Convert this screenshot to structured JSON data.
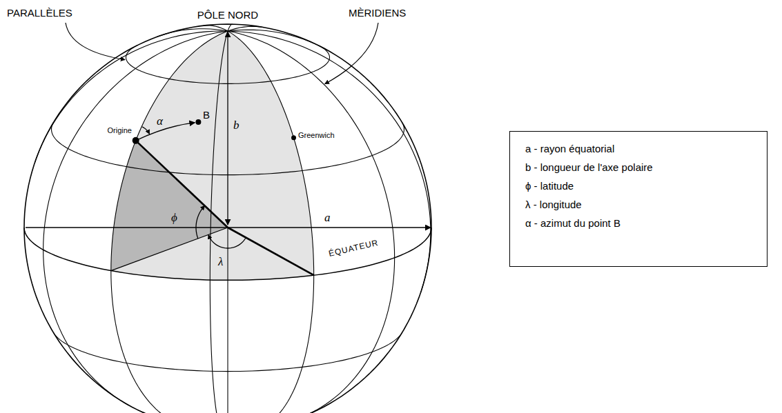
{
  "diagram": {
    "nodes": [
      {
        "text": [
          "a - rayon équatorial",
          "b - longueur de l'axe polaire",
          "ϕ - latitude",
          "λ - longitude",
          "α - azimut du point B"
        ]
      }
    ],
    "labels": [
      "PARALLÈLES",
      "MÈRIDIENS",
      "PÔLE NORD",
      "Origine",
      "α",
      "B",
      "b",
      "Greenwich",
      "ϕ",
      "λ",
      "a",
      "ÉQUATEUR"
    ]
  }
}
